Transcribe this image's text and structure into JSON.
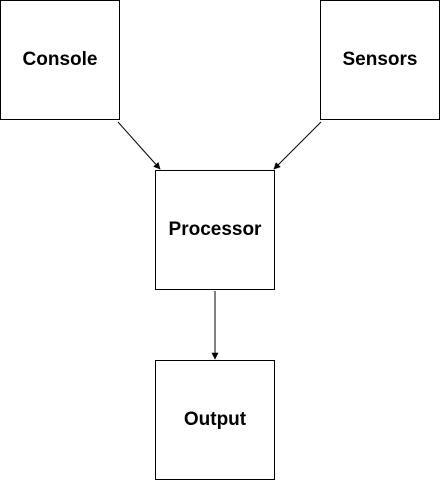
{
  "diagram": {
    "nodes": [
      {
        "id": "console",
        "label": "Console"
      },
      {
        "id": "sensors",
        "label": "Sensors"
      },
      {
        "id": "processor",
        "label": "Processor"
      },
      {
        "id": "output",
        "label": "Output"
      }
    ],
    "edges": [
      {
        "from": "console",
        "to": "processor"
      },
      {
        "from": "sensors",
        "to": "processor"
      },
      {
        "from": "processor",
        "to": "output"
      }
    ],
    "colors": {
      "stroke": "#000000",
      "fill": "#ffffff",
      "text": "#000000"
    }
  }
}
